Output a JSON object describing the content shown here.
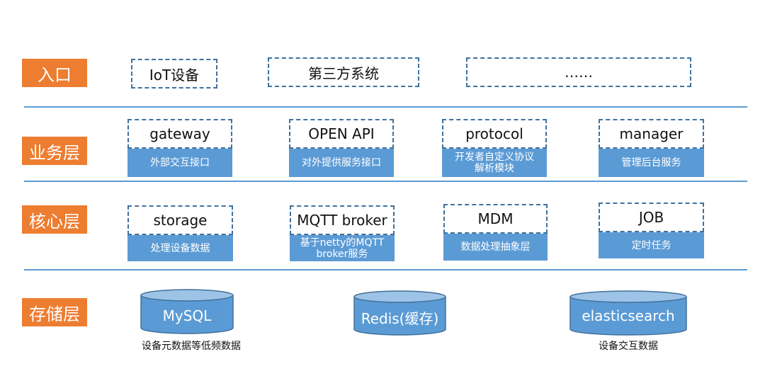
{
  "layers": {
    "entry": "入口",
    "business": "业务层",
    "core": "核心层",
    "storage": "存储层"
  },
  "entry_items": [
    "IoT设备",
    "第三方系统",
    "……"
  ],
  "business": [
    {
      "name": "gateway",
      "desc": "外部交互接口"
    },
    {
      "name": "OPEN API",
      "desc": "对外提供服务接口"
    },
    {
      "name": "protocol",
      "desc": "开发者自定义协议解析模块"
    },
    {
      "name": "manager",
      "desc": "管理后台服务"
    }
  ],
  "core": [
    {
      "name": "storage",
      "desc": "处理设备数据"
    },
    {
      "name": "MQTT broker",
      "desc": "基于netty的MQTT broker服务"
    },
    {
      "name": "MDM",
      "desc": "数据处理抽象层"
    },
    {
      "name": "JOB",
      "desc": "定时任务"
    }
  ],
  "databases": [
    {
      "name": "MySQL",
      "caption": "设备元数据等低频数据"
    },
    {
      "name": "Redis(缓存)",
      "caption": ""
    },
    {
      "name": "elasticsearch",
      "caption": "设备交互数据"
    }
  ],
  "colors": {
    "accent": "#ed7d31",
    "box": "#5b9bd5",
    "dash": "#41719c",
    "db": "#5b9bd5"
  }
}
